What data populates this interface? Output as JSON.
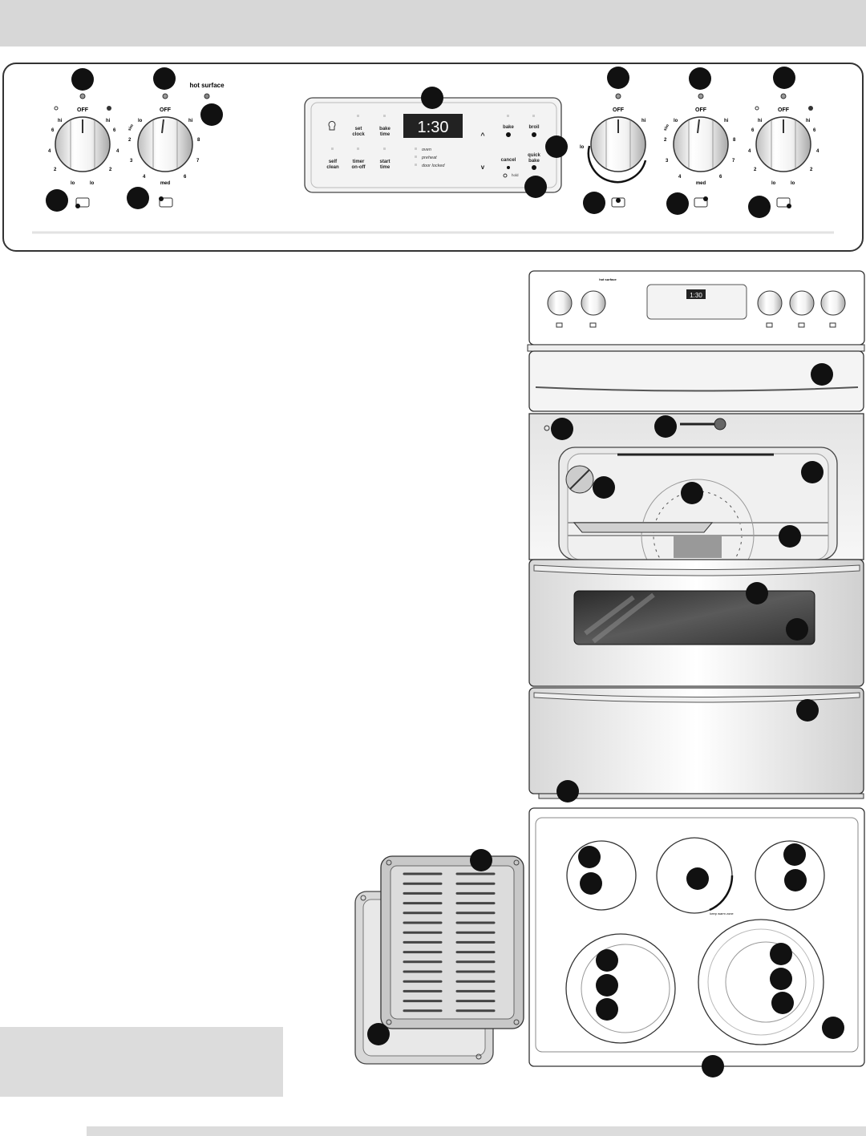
{
  "control_panel": {
    "hot_surface": "hot surface",
    "display_time": "1:30",
    "knob_off": "OFF",
    "knob_hi": "hi",
    "knob_lo": "lo",
    "knob_med": "med",
    "knob_sim": "sim",
    "numbers": {
      "n2": "2",
      "n3": "3",
      "n4": "4",
      "n6": "6",
      "n7": "7",
      "n8": "8"
    },
    "buttons": {
      "set_clock": [
        "set",
        "clock"
      ],
      "bake_time": [
        "bake",
        "time"
      ],
      "self_clean": [
        "self",
        "clean"
      ],
      "timer": [
        "timer",
        "on-off"
      ],
      "start_time": [
        "start",
        "time"
      ],
      "bake": "bake",
      "broil": "broil",
      "cancel": "cancel",
      "quick_bake": [
        "quick",
        "bake"
      ],
      "hold": "hold",
      "up": "^",
      "down": "v"
    },
    "indicators": [
      "oven",
      "preheat",
      "door locked"
    ]
  },
  "range_view": {
    "mini_hot_surface": "hot surface",
    "mini_display": "1:30"
  },
  "cooktop": {
    "keep_warm": "keep warm zone"
  }
}
